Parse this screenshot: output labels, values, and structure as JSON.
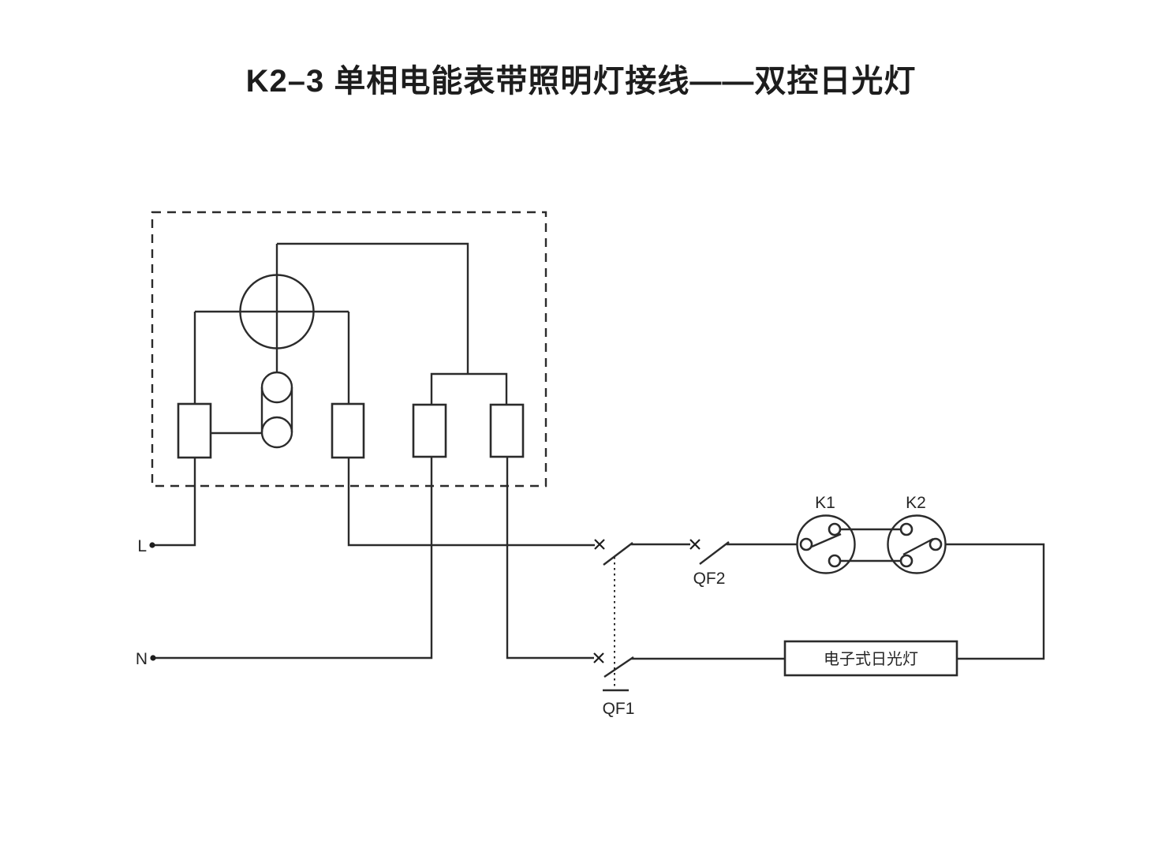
{
  "page": {
    "background": "#ffffff",
    "line_color": "#2b2b2b"
  },
  "title": "K2–3 单相电能表带照明灯接线——双控日光灯",
  "labels": {
    "live": "L",
    "neutral": "N",
    "breaker_main": "QF1",
    "breaker_light": "QF2",
    "switch_1": "K1",
    "switch_2": "K2",
    "lamp": "电子式日光灯"
  }
}
